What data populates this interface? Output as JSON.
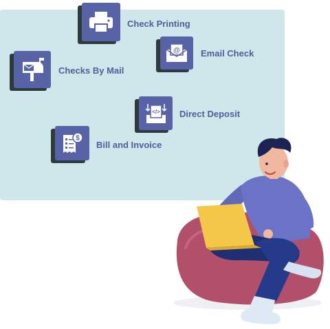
{
  "features": [
    {
      "label": "Check Printing",
      "icon": "printer-icon"
    },
    {
      "label": "Email Check",
      "icon": "email-envelope-icon"
    },
    {
      "label": "Checks By Mail",
      "icon": "mailbox-icon"
    },
    {
      "label": "Direct Deposit",
      "icon": "direct-deposit-icon"
    },
    {
      "label": "Bill and Invoice",
      "icon": "invoice-icon"
    }
  ],
  "colors": {
    "panel": "#cfe6ea",
    "tile": "#5763a6",
    "tile_shadow": "#2f3a3d",
    "label": "#525d9a",
    "beanbag": "#b2506b",
    "laptop": "#f5c748",
    "sweater": "#6b73c6",
    "pants": "#1e2f74"
  },
  "illustration": {
    "subject": "person sitting on beanbag with laptop"
  }
}
